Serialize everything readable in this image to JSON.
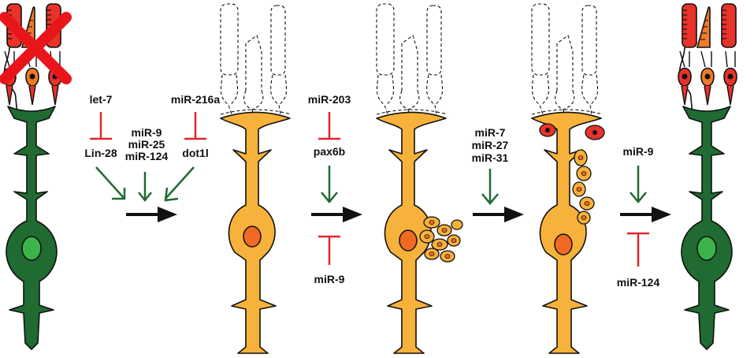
{
  "colors": {
    "muller_glia": "#1f6b32",
    "muller_nucleus": "#3bb54a",
    "progenitor": "#f7b23b",
    "progenitor_nucleus": "#f06a23",
    "photoreceptor_red": "#e8322a",
    "photoreceptor_orange": "#f07a2a",
    "inhibit": "#e0262b",
    "activate": "#1f6b32",
    "cross": "#e8151b",
    "outline": "#111111"
  },
  "labels": {
    "let7": "let-7",
    "lin28": "Lin-28",
    "mir9_a": "miR-9",
    "mir25": "miR-25",
    "mir124_a": "miR-124",
    "mir216a": "miR-216a",
    "dot1l": "dot1l",
    "mir203": "miR-203",
    "pax6b": "pax6b",
    "mir9_b": "miR-9",
    "mir7": "miR-7",
    "mir27": "miR-27",
    "mir31": "miR-31",
    "mir9_c": "miR-9",
    "mir124_b": "miR-124"
  }
}
